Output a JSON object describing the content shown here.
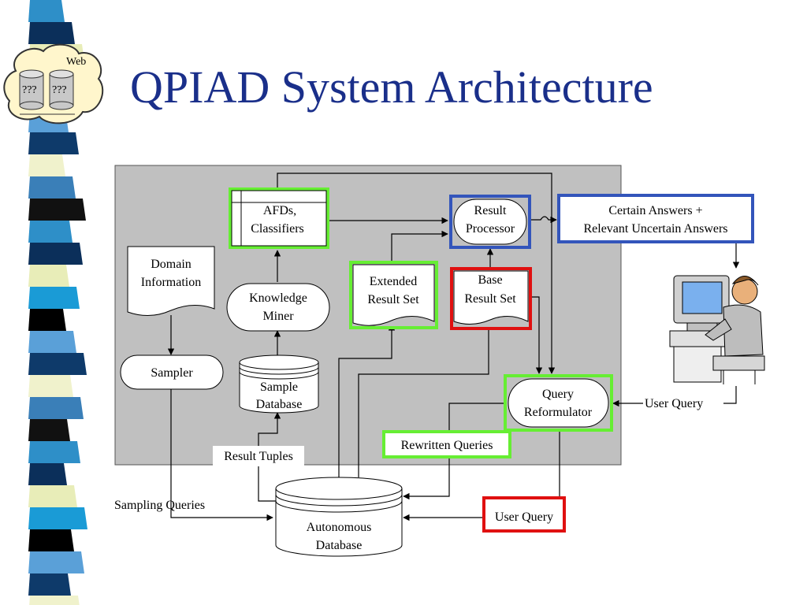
{
  "slide": {
    "title": "QPIAD System Architecture"
  },
  "logo": {
    "label": "Web",
    "db_labels": [
      "???",
      "???"
    ]
  },
  "diagram": {
    "afds": [
      "AFDs,",
      "Classifiers"
    ],
    "result_processor": [
      "Result",
      "Processor"
    ],
    "answers": [
      "Certain Answers +",
      "Relevant Uncertain Answers"
    ],
    "domain_info": [
      "Domain",
      "Information"
    ],
    "knowledge_miner": [
      "Knowledge",
      "Miner"
    ],
    "extended_result_set": [
      "Extended",
      "Result Set"
    ],
    "base_result_set": [
      "Base",
      "Result Set"
    ],
    "sampler": "Sampler",
    "sample_database": [
      "Sample",
      "Database"
    ],
    "query_reformulator": [
      "Query",
      "Reformulator"
    ],
    "user_query_in": "User Query",
    "rewritten_queries": "Rewritten Queries",
    "result_tuples": "Result Tuples",
    "sampling_queries": "Sampling Queries",
    "autonomous_database": [
      "Autonomous",
      "Database"
    ],
    "user_query_out": "User Query"
  },
  "colors": {
    "title": "#1a2f8a",
    "panel": "#c0c0c0",
    "green_outline": "#66ee33",
    "blue_outline": "#3355bb",
    "red_outline": "#e01010"
  }
}
